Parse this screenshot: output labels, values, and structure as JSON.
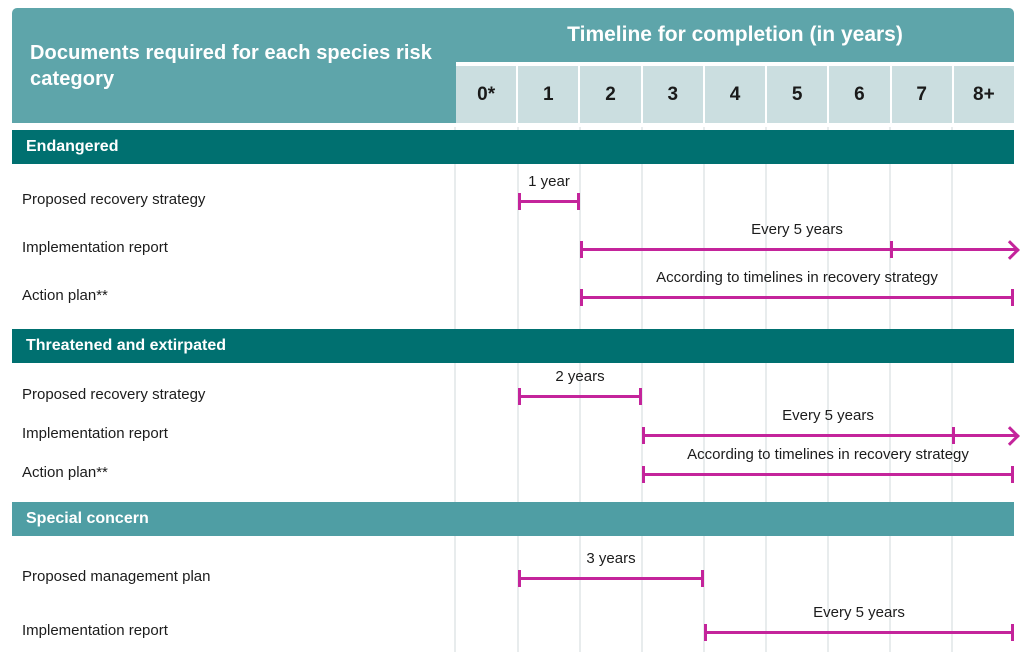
{
  "header": {
    "left_title": "Documents required for each species risk category",
    "timeline_title": "Timeline for completion (in years)",
    "axis_ticks": [
      "0*",
      "1",
      "2",
      "3",
      "4",
      "5",
      "6",
      "7",
      "8+"
    ]
  },
  "colors": {
    "header_teal": "#5ea5aa",
    "band_dark_teal": "#007070",
    "band_light_teal": "#4f9ea4",
    "axis_cell_bg": "#cbdee0",
    "bar_magenta": "#c4249b",
    "gridline": "#e8eced"
  },
  "sections": [
    {
      "title": "Endangered",
      "band_color": "#007070",
      "rows": [
        {
          "label": "Proposed recovery strategy",
          "bar": {
            "caption": "1 year",
            "start_year": 1,
            "end_year": 2,
            "start_cap": true,
            "end_cap": true,
            "mid_ticks": [],
            "arrow": false,
            "caption_year": 1.5
          }
        },
        {
          "label": "Implementation report",
          "bar": {
            "caption": "Every 5 years",
            "start_year": 2,
            "end_year": 9,
            "start_cap": true,
            "end_cap": false,
            "mid_ticks": [
              7
            ],
            "arrow": true,
            "caption_year": 5.5
          }
        },
        {
          "label": "Action plan**",
          "bar": {
            "caption": "According to timelines in recovery strategy",
            "start_year": 2,
            "end_year": 9,
            "start_cap": true,
            "end_cap": true,
            "mid_ticks": [],
            "arrow": false,
            "caption_year": 5.5
          }
        }
      ]
    },
    {
      "title": "Threatened and extirpated",
      "band_color": "#007070",
      "rows": [
        {
          "label": "Proposed recovery strategy",
          "bar": {
            "caption": "2 years",
            "start_year": 1,
            "end_year": 3,
            "start_cap": true,
            "end_cap": true,
            "mid_ticks": [],
            "arrow": false,
            "caption_year": 2
          }
        },
        {
          "label": "Implementation report",
          "bar": {
            "caption": "Every 5 years",
            "start_year": 3,
            "end_year": 9,
            "start_cap": true,
            "end_cap": false,
            "mid_ticks": [
              8
            ],
            "arrow": true,
            "caption_year": 6
          }
        },
        {
          "label": "Action plan**",
          "bar": {
            "caption": "According to timelines in recovery strategy",
            "start_year": 3,
            "end_year": 9,
            "start_cap": true,
            "end_cap": true,
            "mid_ticks": [],
            "arrow": false,
            "caption_year": 6
          }
        }
      ]
    },
    {
      "title": "Special concern",
      "band_color": "#4f9ea4",
      "rows": [
        {
          "label": "Proposed management plan",
          "bar": {
            "caption": "3 years",
            "start_year": 1,
            "end_year": 4,
            "start_cap": true,
            "end_cap": true,
            "mid_ticks": [],
            "arrow": false,
            "caption_year": 2.5
          }
        },
        {
          "label": "Implementation report",
          "bar": {
            "caption": "Every 5 years",
            "start_year": 4,
            "end_year": 9,
            "start_cap": true,
            "end_cap": true,
            "mid_ticks": [],
            "arrow": false,
            "caption_year": 6.5
          }
        }
      ]
    }
  ],
  "chart_data": {
    "type": "bar",
    "title": "Documents required for each species risk category",
    "subtitle": "Timeline for completion (in years)",
    "xlabel": "Timeline for completion (in years)",
    "ylabel": "",
    "xlim": [
      0,
      9
    ],
    "x_tick_labels": [
      "0*",
      "1",
      "2",
      "3",
      "4",
      "5",
      "6",
      "7",
      "8+"
    ],
    "grid": true,
    "legend": "none",
    "series": [
      {
        "name": "Endangered / Proposed recovery strategy",
        "group": "Endangered",
        "start": 1,
        "end": 2,
        "label": "1 year",
        "open_ended": false
      },
      {
        "name": "Endangered / Implementation report",
        "group": "Endangered",
        "start": 2,
        "end": 9,
        "label": "Every 5 years",
        "open_ended": true,
        "interval_ticks": [
          7
        ]
      },
      {
        "name": "Endangered / Action plan**",
        "group": "Endangered",
        "start": 2,
        "end": 9,
        "label": "According to timelines in recovery strategy",
        "open_ended": false
      },
      {
        "name": "Threatened and extirpated / Proposed recovery strategy",
        "group": "Threatened and extirpated",
        "start": 1,
        "end": 3,
        "label": "2 years",
        "open_ended": false
      },
      {
        "name": "Threatened and extirpated / Implementation report",
        "group": "Threatened and extirpated",
        "start": 3,
        "end": 9,
        "label": "Every 5 years",
        "open_ended": true,
        "interval_ticks": [
          8
        ]
      },
      {
        "name": "Threatened and extirpated / Action plan**",
        "group": "Threatened and extirpated",
        "start": 3,
        "end": 9,
        "label": "According to timelines in recovery strategy",
        "open_ended": false
      },
      {
        "name": "Special concern / Proposed management plan",
        "group": "Special concern",
        "start": 1,
        "end": 4,
        "label": "3 years",
        "open_ended": false
      },
      {
        "name": "Special concern / Implementation report",
        "group": "Special concern",
        "start": 4,
        "end": 9,
        "label": "Every 5 years",
        "open_ended": false
      }
    ]
  }
}
